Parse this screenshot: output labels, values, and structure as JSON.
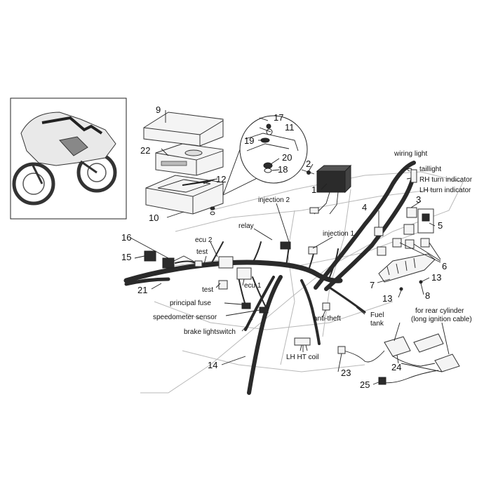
{
  "labels": {
    "wiring_light": "wiring light",
    "taillight": "taillight",
    "rh_turn": "RH turn indicator",
    "lh_turn": "LH turn indicator",
    "injection2": "injection 2",
    "injection1": "injection 1",
    "relay": "relay",
    "ecu2": "ecu  2",
    "ecu1": "ecu 1",
    "test_top": "test",
    "test_bottom": "test",
    "principal_fuse": "principal fuse",
    "speedometer_sensor": "speedometer sensor",
    "brake_lightswitch": "brake lightswitch",
    "anti_theft": "anti-theft",
    "fuel_tank_1": "Fuel",
    "fuel_tank_2": "tank",
    "lh_ht_coil": "LH HT coil",
    "rear_cyl_1": "for rear cylinder",
    "rear_cyl_2": "(long ignition cable)"
  },
  "numbers": {
    "n1": "1",
    "n2": "2",
    "n3": "3",
    "n4": "4",
    "n5": "5",
    "n6": "6",
    "n7": "7",
    "n8": "8",
    "n9": "9",
    "n10": "10",
    "n11": "11",
    "n12": "12",
    "n13a": "13",
    "n13b": "13",
    "n14": "14",
    "n15": "15",
    "n16": "16",
    "n17": "17",
    "n18": "18",
    "n19": "19",
    "n20": "20",
    "n21": "21",
    "n22": "22",
    "n23": "23",
    "n24": "24",
    "n25": "25"
  }
}
